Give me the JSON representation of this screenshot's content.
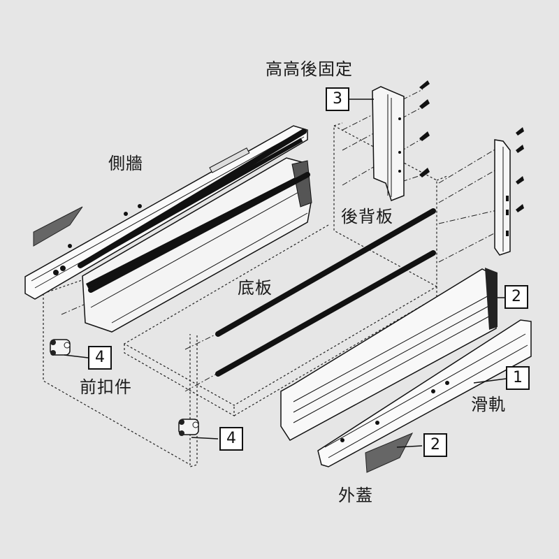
{
  "title": "Drawer assembly exploded diagram",
  "background_color": "#e6e6e6",
  "labels": {
    "rear_fixing_high": "高高後固定",
    "side_wall": "側牆",
    "back_panel": "後背板",
    "bottom_panel": "底板",
    "front_fitting": "前扣件",
    "slide_rail": "滑軌",
    "outer_cover": "外蓋"
  },
  "callouts": {
    "rear_fixing": "3",
    "side_cover_right": "2",
    "slide_rail": "1",
    "outer_cover": "2",
    "front_fitting_left": "4",
    "front_fitting_right": "4"
  },
  "parts": [
    {
      "id": "rear_fixing",
      "number": "3",
      "name": "高高後固定"
    },
    {
      "id": "side_wall",
      "name": "側牆"
    },
    {
      "id": "back_panel",
      "name": "後背板"
    },
    {
      "id": "bottom_panel",
      "name": "底板"
    },
    {
      "id": "front_fitting",
      "number": "4",
      "name": "前扣件"
    },
    {
      "id": "slide_rail",
      "number": "1",
      "name": "滑軌"
    },
    {
      "id": "outer_cover",
      "number": "2",
      "name": "外蓋"
    }
  ]
}
